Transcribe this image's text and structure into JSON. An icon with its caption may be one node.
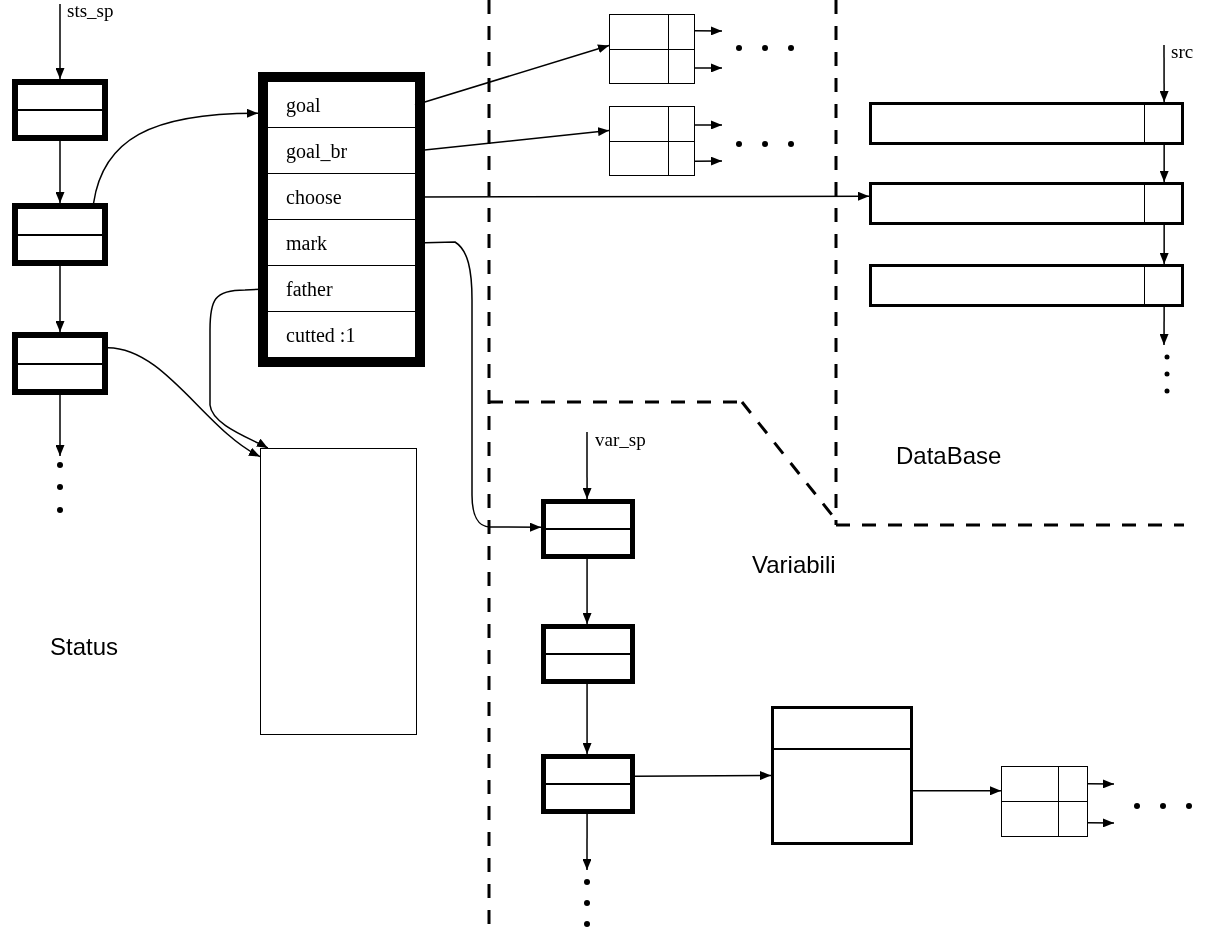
{
  "diagram": {
    "nodes": [
      {
        "text": [],
        "shape": "box"
      },
      {
        "text": [],
        "shape": "box"
      },
      {
        "text": [],
        "shape": "box"
      },
      {
        "text": [],
        "shape": "box"
      },
      {
        "text": [
          "goal"
        ],
        "in": 3
      },
      {
        "text": [
          "goal_br"
        ],
        "in": 3
      },
      {
        "text": [
          "choose"
        ],
        "in": 3
      },
      {
        "text": [
          "mark"
        ],
        "in": 3
      },
      {
        "text": [
          "father"
        ],
        "in": 3
      },
      {
        "text": [
          "cutted :1"
        ],
        "in": 3
      },
      {
        "text": [],
        "shape": "box"
      },
      {
        "text": [],
        "shape": "box"
      },
      {
        "text": [],
        "shape": "box"
      },
      {
        "text": [],
        "shape": "box"
      },
      {
        "text": [],
        "shape": "box"
      },
      {
        "text": [],
        "shape": "box"
      },
      {
        "text": [],
        "shape": "box"
      },
      {
        "text": [],
        "shape": "box"
      },
      {
        "text": [],
        "shape": "box"
      },
      {
        "text": [],
        "shape": "box"
      },
      {
        "text": [],
        "shape": "box"
      }
    ],
    "edges": [
      {
        "from": null,
        "to": 0,
        "arrow": "to",
        "label": "sts_sp"
      },
      {
        "from": 0,
        "to": 1,
        "arrow": "to"
      },
      {
        "from": 1,
        "to": 2,
        "arrow": "to"
      },
      {
        "from": 2,
        "to": null,
        "arrow": "to"
      },
      {
        "from": 1,
        "to": 3,
        "arrow": "to"
      },
      {
        "from": 2,
        "to": 10,
        "arrow": "to"
      },
      {
        "from": 8,
        "to": 10,
        "arrow": "to"
      },
      {
        "from": 4,
        "to": 11,
        "arrow": "to"
      },
      {
        "from": 5,
        "to": 12,
        "arrow": "to"
      },
      {
        "from": 6,
        "to": 14,
        "arrow": "to"
      },
      {
        "from": 7,
        "to": 16,
        "arrow": "to"
      },
      {
        "from": 11,
        "to": null,
        "arrow": "to"
      },
      {
        "from": 11,
        "to": null,
        "arrow": "to"
      },
      {
        "from": 12,
        "to": null,
        "arrow": "to"
      },
      {
        "from": 12,
        "to": null,
        "arrow": "to"
      },
      {
        "from": null,
        "to": 13,
        "arrow": "to",
        "label": "src"
      },
      {
        "from": 13,
        "to": 14,
        "arrow": "to"
      },
      {
        "from": 14,
        "to": 15,
        "arrow": "to"
      },
      {
        "from": 15,
        "to": null,
        "arrow": "to"
      },
      {
        "from": null,
        "to": 16,
        "arrow": "to",
        "label": "var_sp"
      },
      {
        "from": 16,
        "to": 17,
        "arrow": "to"
      },
      {
        "from": 17,
        "to": 18,
        "arrow": "to"
      },
      {
        "from": 18,
        "to": 19,
        "arrow": "to"
      },
      {
        "from": 19,
        "to": 20,
        "arrow": "to"
      },
      {
        "from": 20,
        "to": null,
        "arrow": "to"
      },
      {
        "from": 20,
        "to": null,
        "arrow": "to"
      },
      {
        "from": 18,
        "to": null,
        "arrow": "to"
      }
    ],
    "labels": [
      "DataBase",
      "Variabili",
      "Status"
    ]
  }
}
